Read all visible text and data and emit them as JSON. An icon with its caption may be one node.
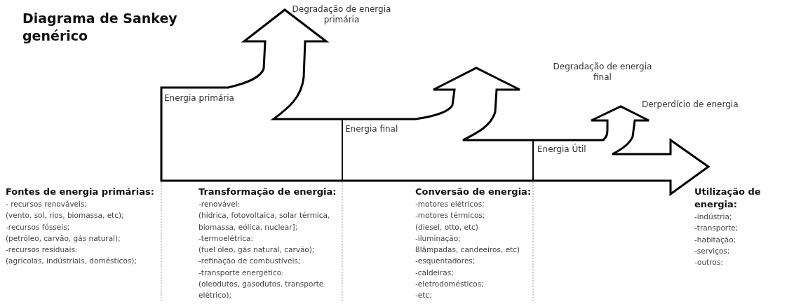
{
  "diagram": {
    "title": "Diagrama de Sankey genérico",
    "labels": [
      "Degradação de energia primária",
      "Energia primária",
      "Degradação de energia final",
      "Derperdício de energia",
      "Energia final",
      "Energia Útil",
      "Fontes de energia primárias:",
      "- recursos renováveis;",
      "(vento, sol, rios, biomassa, etc);",
      "-recursos fósseis;",
      "(petróleo, carvão, gás natural);",
      "-recursos residuais:",
      "(agrícolas, indústriais, domésticos);",
      "Transformação de energia:",
      "-renovável:",
      "(hídrica, fotovoltaica, solar térmica, biomassa, eólica, nuclear];",
      "-termoelétrica:",
      "(fuel óleo, gás natural, carvão);",
      "-refinação de combustíveis;",
      "-transporte energético:",
      "(oleodutos, gasodutos, transporte elétrico);",
      "Conversão de energia:",
      "-motores elétricos;",
      "-motores térmicos;",
      "(diesel, otto, etc)",
      "-iluminação;",
      "8lâmpadas, candeeiros, etc)",
      "-esquentadores;",
      "-caldeiras;",
      "-eletrodomésticos;",
      "-etc;",
      "Utilização de energia:",
      "-indústria;",
      "-transporte;",
      "-habitação;",
      "-serviços;",
      "-outros:"
    ]
  }
}
